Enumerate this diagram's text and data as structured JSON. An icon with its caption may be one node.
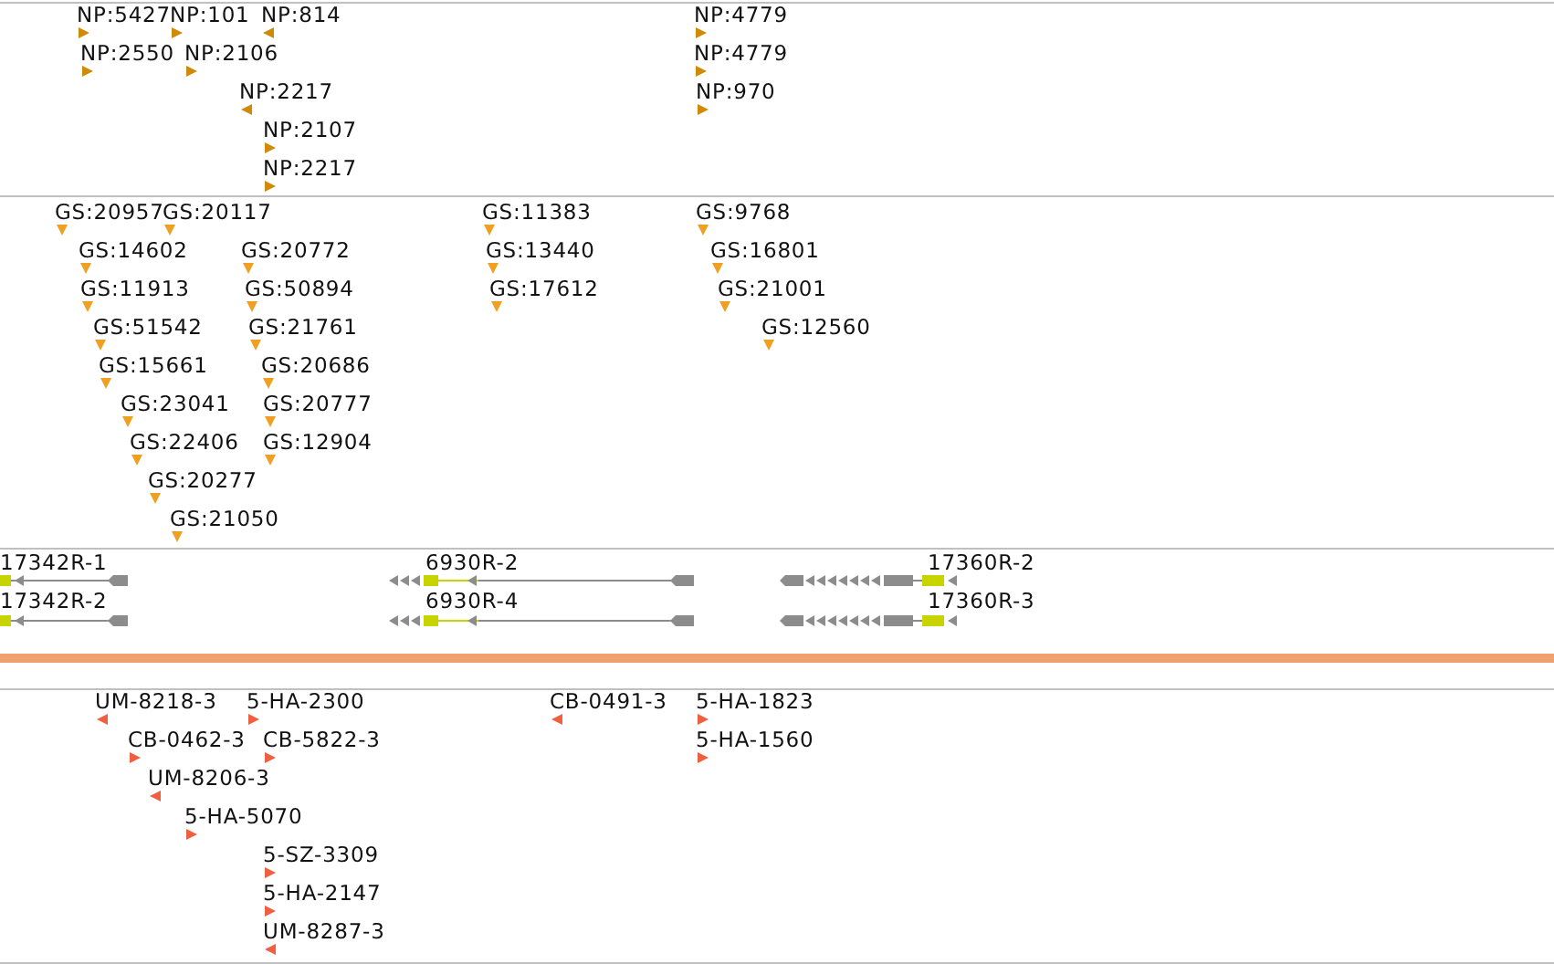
{
  "diagram": {
    "labels": [
      "NP:5427",
      "NP:101",
      "NP:814",
      "NP:4779",
      "NP:2550",
      "NP:2106",
      "NP:4779",
      "NP:2217",
      "NP:970",
      "NP:2107",
      "NP:2217",
      "GS:20957",
      "GS:20117",
      "GS:11383",
      "GS:9768",
      "GS:14602",
      "GS:20772",
      "GS:13440",
      "GS:16801",
      "GS:11913",
      "GS:50894",
      "GS:17612",
      "GS:21001",
      "GS:51542",
      "GS:21761",
      "GS:12560",
      "GS:15661",
      "GS:20686",
      "GS:23041",
      "GS:20777",
      "GS:22406",
      "GS:12904",
      "GS:20277",
      "GS:21050",
      "17342R-1",
      "6930R-2",
      "17360R-2",
      "17342R-2",
      "6930R-4",
      "17360R-3",
      "UM-8218-3",
      "5-HA-2300",
      "CB-0491-3",
      "5-HA-1823",
      "CB-0462-3",
      "CB-5822-3",
      "5-HA-1560",
      "UM-8206-3",
      "5-HA-5070",
      "5-SZ-3309",
      "5-HA-2147",
      "UM-8287-3"
    ]
  }
}
